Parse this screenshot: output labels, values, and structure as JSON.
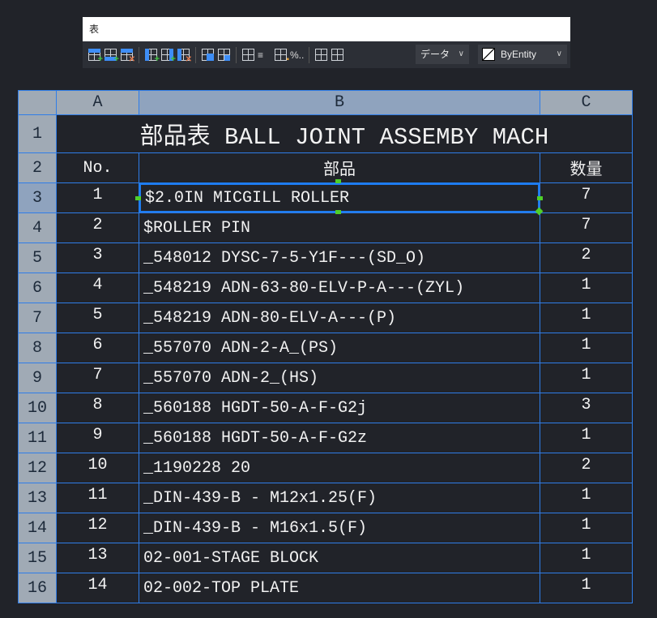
{
  "toolbar": {
    "title": "表",
    "cell_format_dropdown": "データ",
    "linetype_dropdown": "ByEntity",
    "icons": [
      "insert-row-above-icon",
      "insert-row-below-icon",
      "delete-row-icon",
      "insert-column-left-icon",
      "insert-column-right-icon",
      "delete-column-icon",
      "merge-cells-icon",
      "unmerge-cells-icon",
      "cell-borders-icon",
      "align-icon",
      "lock-cell-icon",
      "data-format-icon",
      "insert-block-icon",
      "insert-field-icon"
    ]
  },
  "table": {
    "column_headers": [
      "A",
      "B",
      "C"
    ],
    "title": "部品表 BALL JOINT ASSEMBY MACH",
    "headings": [
      "No.",
      "部品",
      "数量"
    ],
    "rows": [
      [
        "1",
        "$2.0IN MICGILL ROLLER",
        "7"
      ],
      [
        "2",
        "$ROLLER PIN",
        "7"
      ],
      [
        "3",
        "_548012 DYSC-7-5-Y1F---(SD_O)",
        "2"
      ],
      [
        "4",
        "_548219 ADN-63-80-ELV-P-A---(ZYL)",
        "1"
      ],
      [
        "5",
        "_548219 ADN-80-ELV-A---(P)",
        "1"
      ],
      [
        "6",
        "_557070 ADN-2-A_(PS)",
        "1"
      ],
      [
        "7",
        "_557070 ADN-2_(HS)",
        "1"
      ],
      [
        "8",
        "_560188 HGDT-50-A-F-G2j",
        "3"
      ],
      [
        "9",
        "_560188 HGDT-50-A-F-G2z",
        "1"
      ],
      [
        "10",
        "_1190228 20",
        "2"
      ],
      [
        "11",
        "_DIN-439-B - M12x1.25(F)",
        "1"
      ],
      [
        "12",
        "_DIN-439-B - M16x1.5(F)",
        "1"
      ],
      [
        "13",
        "02-001-STAGE BLOCK",
        "1"
      ],
      [
        "14",
        "02-002-TOP PLATE",
        "1"
      ]
    ],
    "row_numbers": [
      "1",
      "2",
      "3",
      "4",
      "5",
      "6",
      "7",
      "8",
      "9",
      "10",
      "11",
      "12",
      "13",
      "14",
      "15",
      "16"
    ]
  }
}
